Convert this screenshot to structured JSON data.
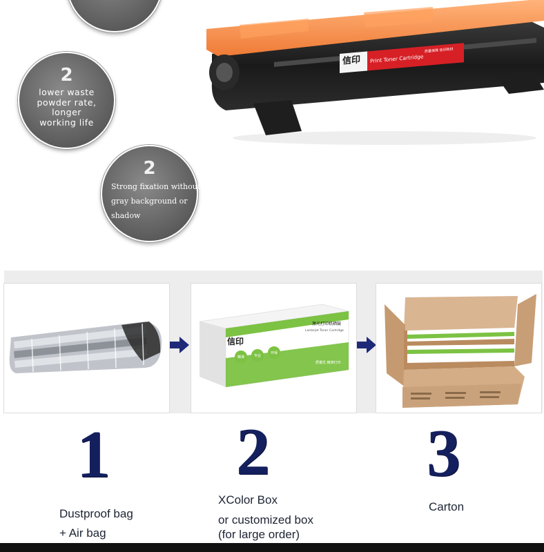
{
  "features": [
    {
      "number": "2",
      "text_lines": [
        "lower waste",
        "powder rate,",
        "longer",
        "working life"
      ]
    },
    {
      "number": "2",
      "text_lines": [
        "Strong fixation without",
        "gray background or",
        "shadow"
      ]
    }
  ],
  "product": {
    "brand": "信印",
    "label": "Print Toner Cartridge",
    "label_small": "质量保障 信印耗材"
  },
  "box": {
    "brand": "信印",
    "title_cn": "激光打印机硒鼓",
    "title_en": "Lasterjet Toner Cartridge",
    "badges": [
      "精准",
      "专业",
      "环保"
    ],
    "footer": "质量优  精准打印"
  },
  "steps": [
    {
      "number": "1",
      "label_lines": [
        "Dustproof bag",
        "+ Air bag"
      ]
    },
    {
      "number": "2",
      "label_lines": [
        "XColor Box",
        "or customized box",
        "(for large order)"
      ]
    },
    {
      "number": "3",
      "label_lines": [
        "Carton"
      ]
    }
  ],
  "colors": {
    "step_number": "#14205e",
    "cartridge_lid": "#f58a4a",
    "cartridge_label": "#d62026",
    "box_green": "#7cc243",
    "carton": "#c9a27c",
    "arrow": "#1e2a78"
  }
}
